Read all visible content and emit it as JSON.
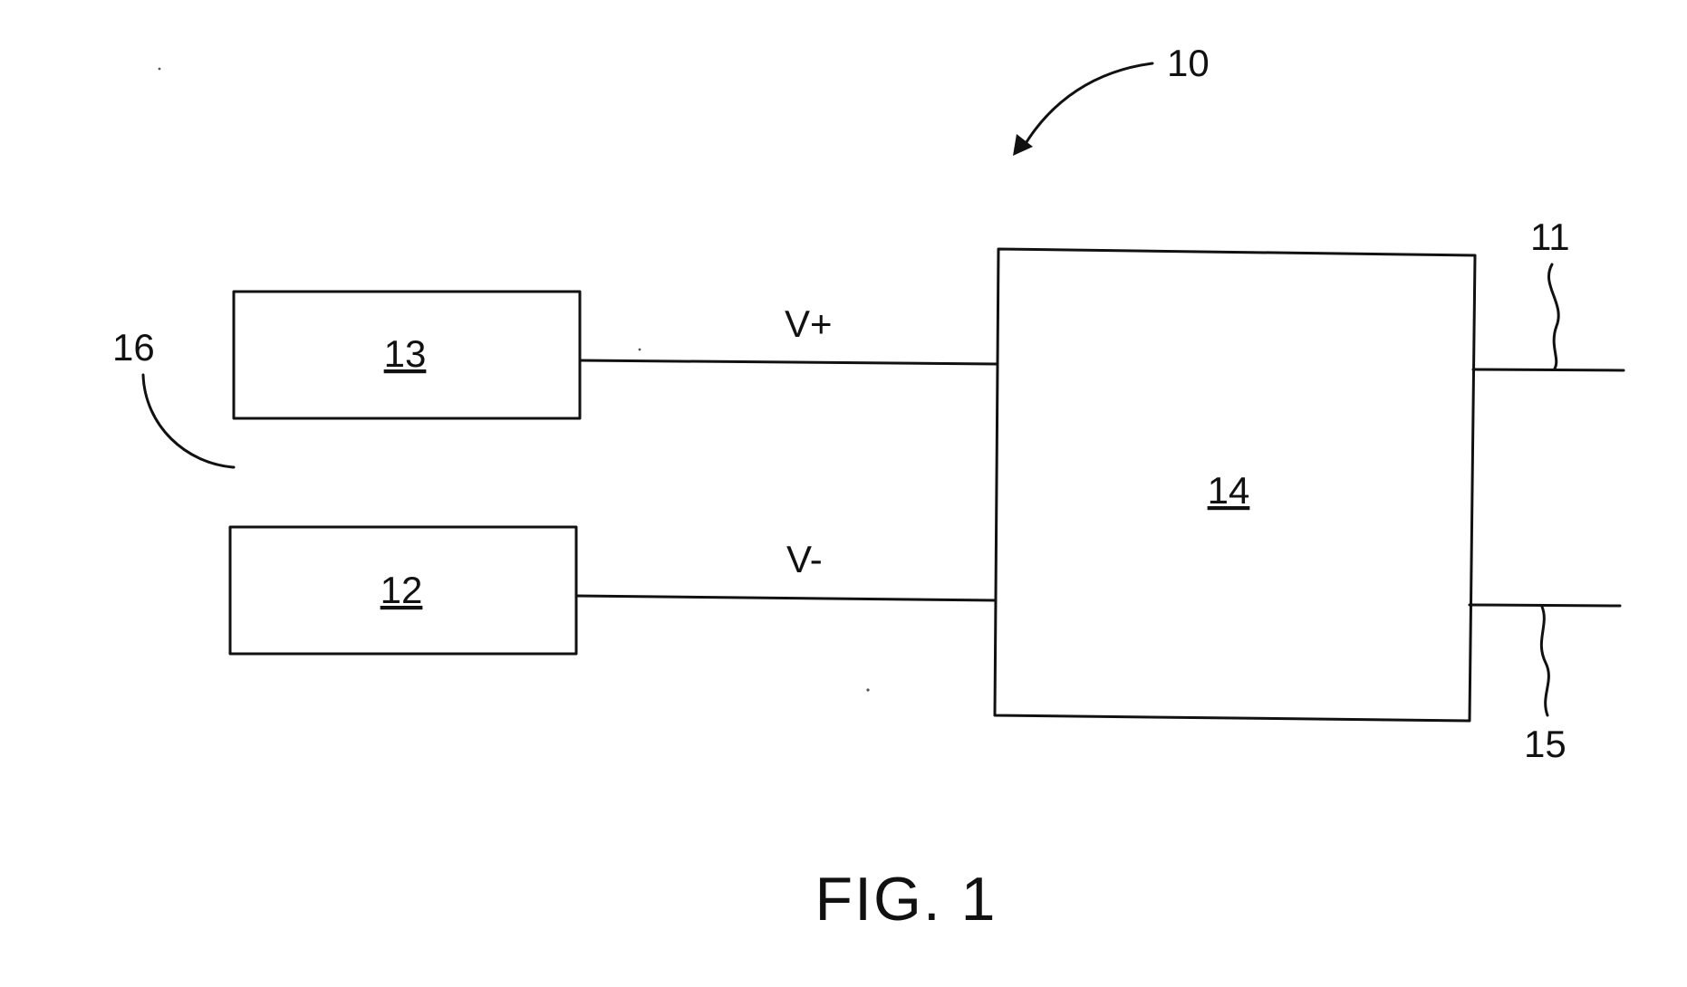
{
  "figure": {
    "caption": "FIG. 1",
    "ref_device": "10",
    "ref_output_top": "11",
    "ref_output_bottom": "15",
    "ref_pair": "16",
    "blocks": {
      "upper_left": "13",
      "lower_left": "12",
      "right": "14"
    },
    "signals": {
      "positive": "V+",
      "negative": "V-"
    }
  }
}
